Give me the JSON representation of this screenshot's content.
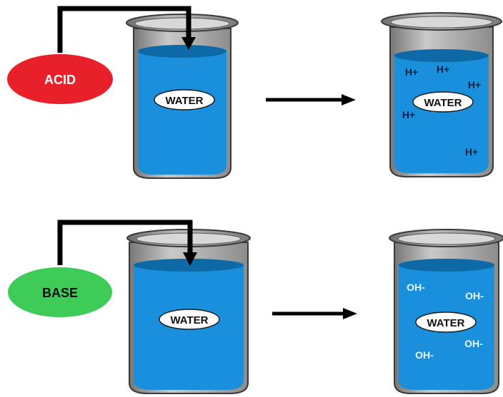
{
  "acid_row": {
    "source_label": "ACID",
    "source_color": "#e8202a",
    "water_label": "WATER",
    "result_water_label": "WATER",
    "ions": [
      "H+",
      "H+",
      "H+",
      "H+",
      "H+"
    ]
  },
  "base_row": {
    "source_label": "BASE",
    "source_color": "#3ecb57",
    "water_label": "WATER",
    "result_water_label": "WATER",
    "ions": [
      "OH-",
      "OH-",
      "OH-",
      "OH-"
    ]
  },
  "colors": {
    "water": "#1a8fdc",
    "water_surface": "#0e6aa6",
    "beaker_glass": "#8a8a8a",
    "pipe": "#000000"
  }
}
